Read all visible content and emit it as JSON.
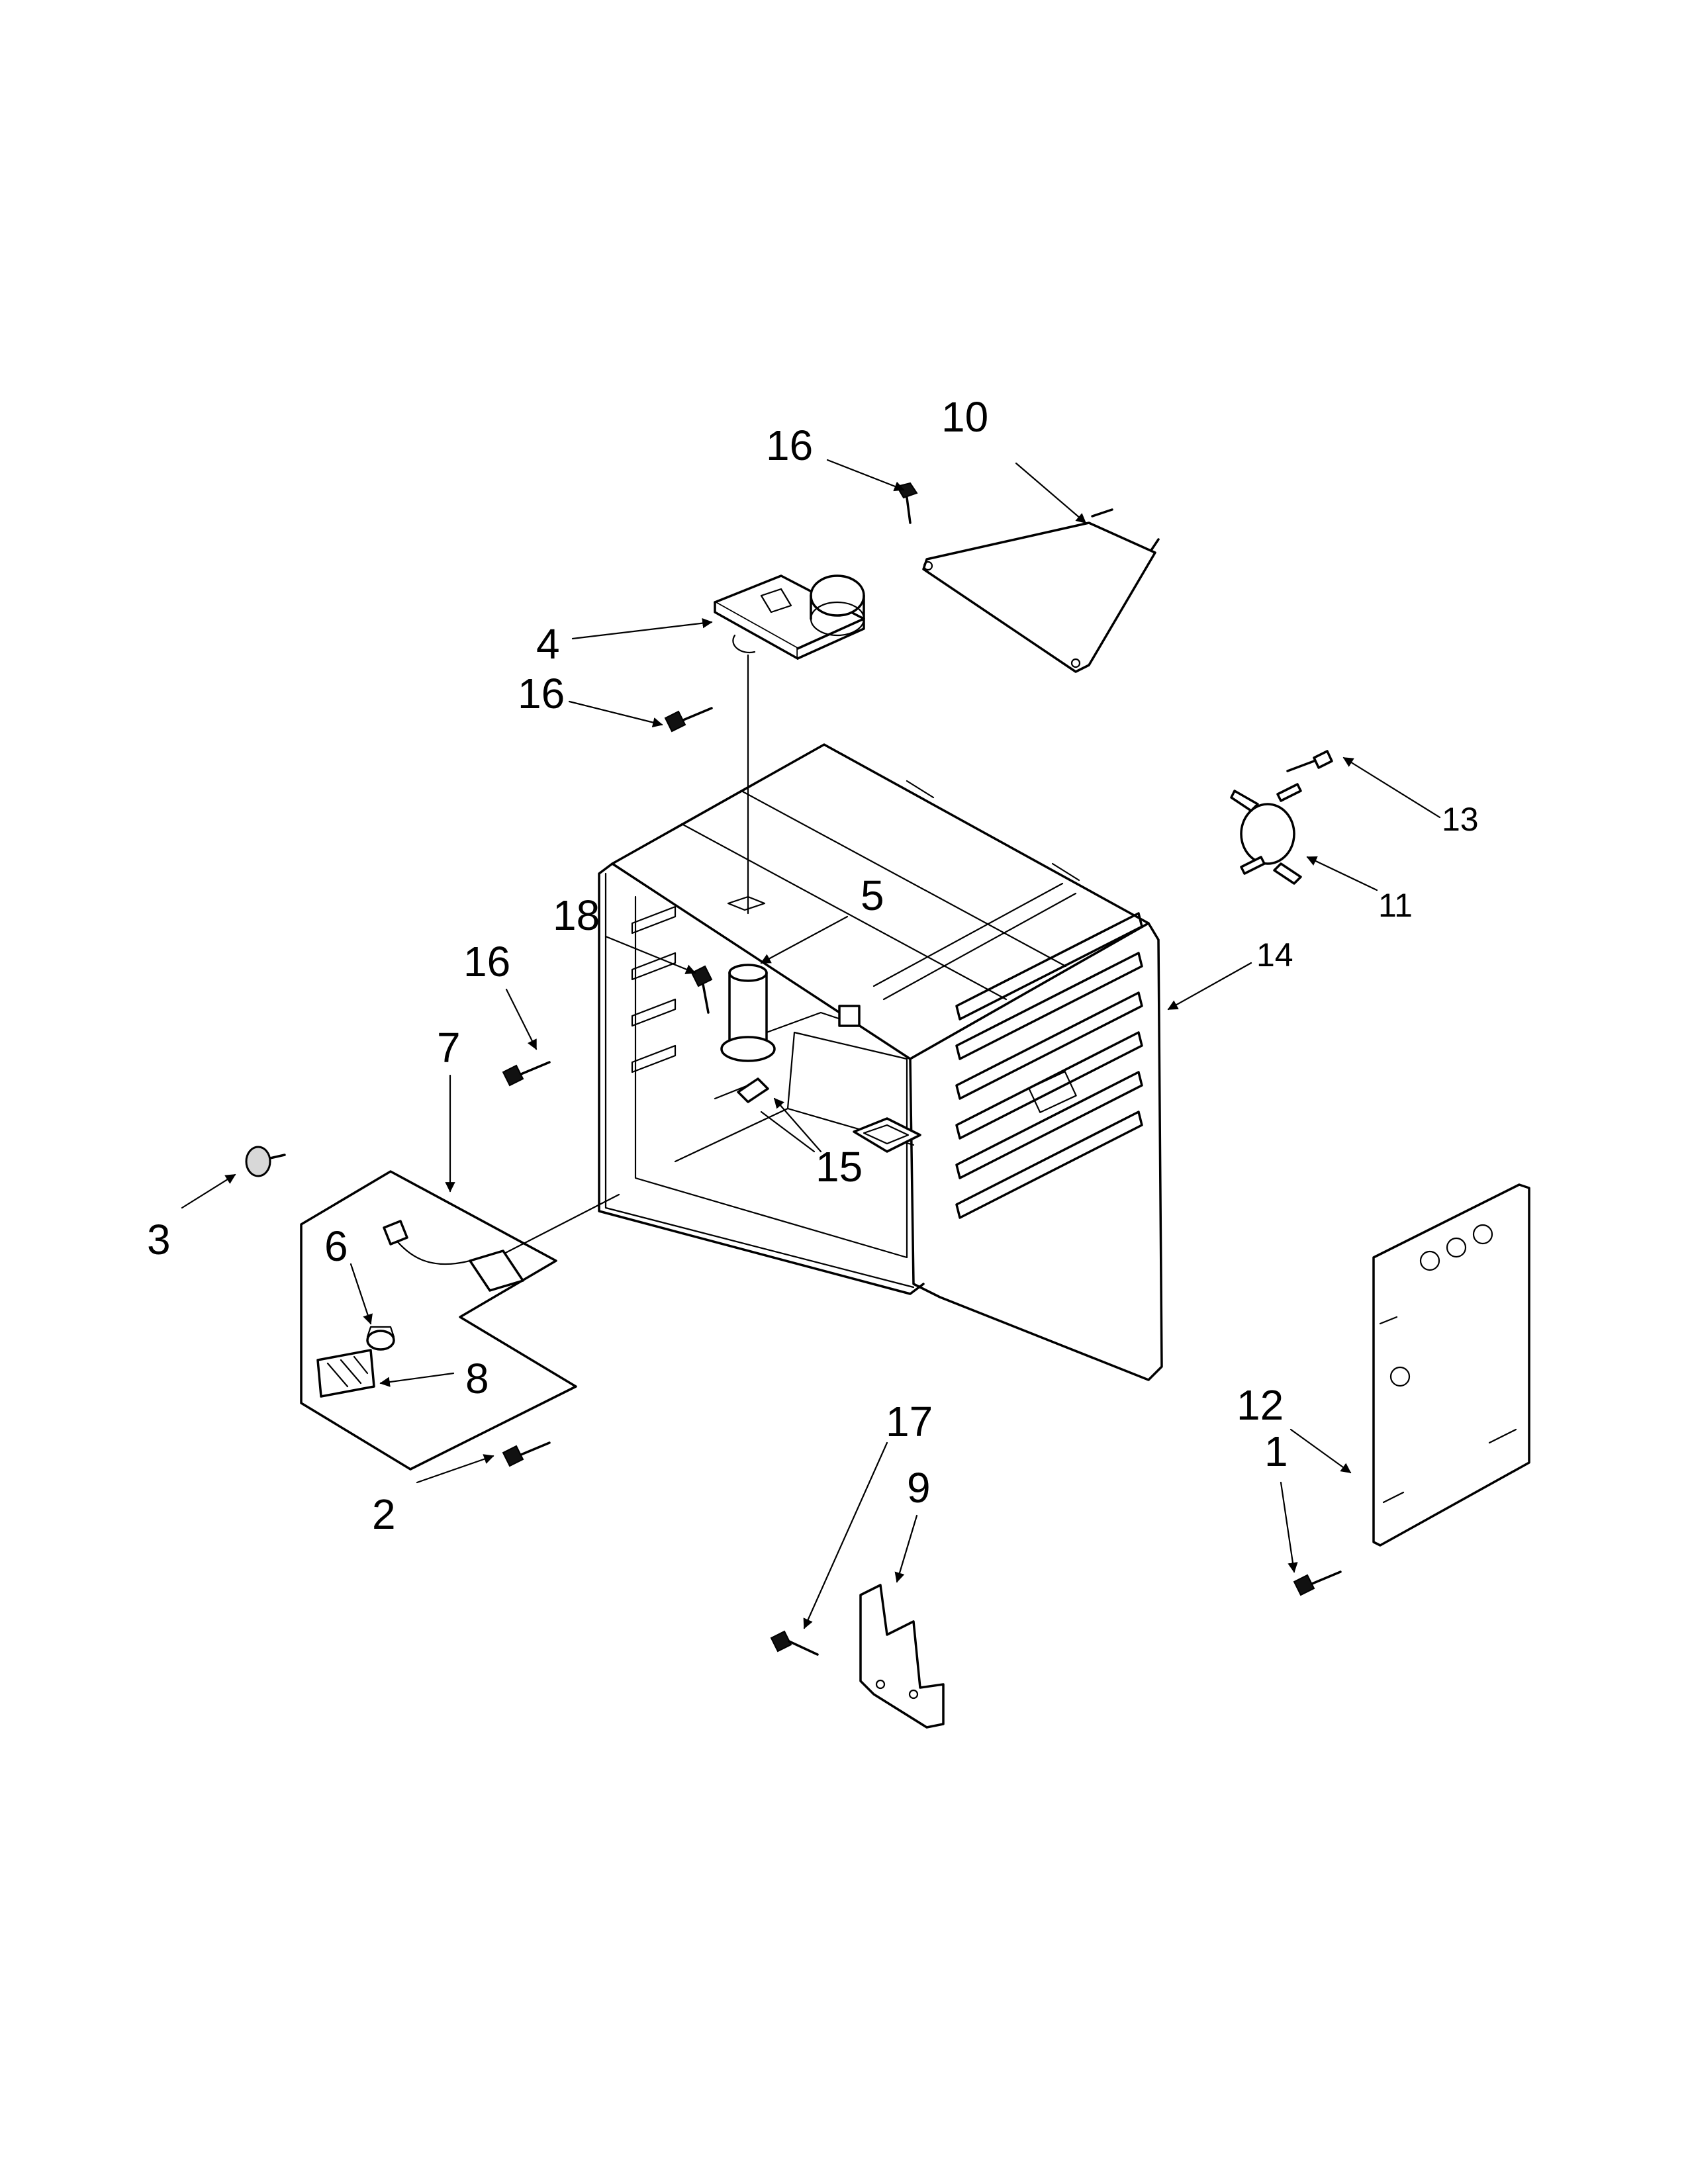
{
  "callouts": [
    {
      "id": "1",
      "text": "1"
    },
    {
      "id": "2",
      "text": "2"
    },
    {
      "id": "3",
      "text": "3"
    },
    {
      "id": "4",
      "text": "4"
    },
    {
      "id": "5",
      "text": "5"
    },
    {
      "id": "6",
      "text": "6"
    },
    {
      "id": "7",
      "text": "7"
    },
    {
      "id": "8",
      "text": "8"
    },
    {
      "id": "9",
      "text": "9"
    },
    {
      "id": "10",
      "text": "10"
    },
    {
      "id": "11",
      "text": "11"
    },
    {
      "id": "12",
      "text": "12"
    },
    {
      "id": "13",
      "text": "13"
    },
    {
      "id": "14",
      "text": "14"
    },
    {
      "id": "15",
      "text": "15"
    },
    {
      "id": "16a",
      "text": "16"
    },
    {
      "id": "16b",
      "text": "16"
    },
    {
      "id": "16c",
      "text": "16"
    },
    {
      "id": "17",
      "text": "17"
    },
    {
      "id": "18",
      "text": "18"
    }
  ]
}
